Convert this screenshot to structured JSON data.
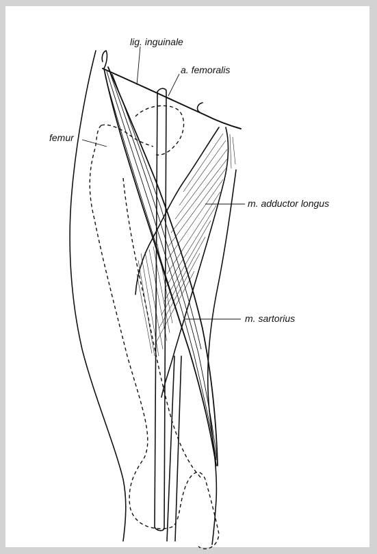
{
  "labels": {
    "lig_inguinale": "lig. inguinale",
    "a_femoralis": "a. femoralis",
    "femur": "femur",
    "m_adductor_longus": "m. adductor longus",
    "m_sartorius": "m. sartorius"
  }
}
